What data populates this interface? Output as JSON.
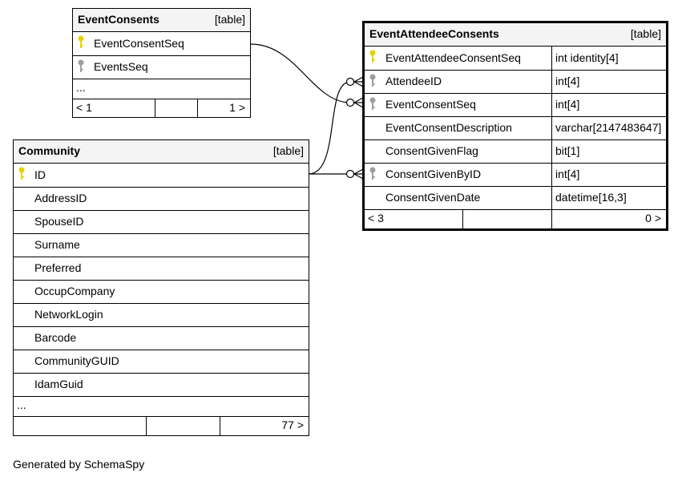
{
  "colors": {
    "primary_key": "#e6d200",
    "foreign_key": "#9e9e9e",
    "header_bg": "#f4f4f4"
  },
  "tables": {
    "event_consents": {
      "title": "EventConsents",
      "tag": "[table]",
      "columns": [
        {
          "name": "EventConsentSeq",
          "key_icon": "primary-key-icon"
        },
        {
          "name": "EventsSeq",
          "key_icon": "foreign-key-icon"
        }
      ],
      "ellipsis": "...",
      "nav_left": "< 1",
      "nav_right": "1 >"
    },
    "community": {
      "title": "Community",
      "tag": "[table]",
      "columns": [
        {
          "name": "ID",
          "key_icon": "primary-key-icon"
        },
        {
          "name": "AddressID"
        },
        {
          "name": "SpouseID"
        },
        {
          "name": "Surname"
        },
        {
          "name": "Preferred"
        },
        {
          "name": "OccupCompany"
        },
        {
          "name": "NetworkLogin"
        },
        {
          "name": "Barcode"
        },
        {
          "name": "CommunityGUID"
        },
        {
          "name": "IdamGuid"
        }
      ],
      "ellipsis": "...",
      "nav_right": "77 >"
    },
    "event_attendee_consents": {
      "title": "EventAttendeeConsents",
      "tag": "[table]",
      "columns": [
        {
          "name": "EventAttendeeConsentSeq",
          "type": "int identity[4]",
          "key_icon": "primary-key-icon"
        },
        {
          "name": "AttendeeID",
          "type": "int[4]",
          "key_icon": "foreign-key-icon"
        },
        {
          "name": "EventConsentSeq",
          "type": "int[4]",
          "key_icon": "foreign-key-icon"
        },
        {
          "name": "EventConsentDescription",
          "type": "varchar[2147483647]"
        },
        {
          "name": "ConsentGivenFlag",
          "type": "bit[1]"
        },
        {
          "name": "ConsentGivenByID",
          "type": "int[4]",
          "key_icon": "foreign-key-icon"
        },
        {
          "name": "ConsentGivenDate",
          "type": "datetime[16,3]"
        }
      ],
      "nav_left": "< 3",
      "nav_right": "0 >"
    }
  },
  "footer": {
    "generated_by": "Generated by SchemaSpy"
  }
}
